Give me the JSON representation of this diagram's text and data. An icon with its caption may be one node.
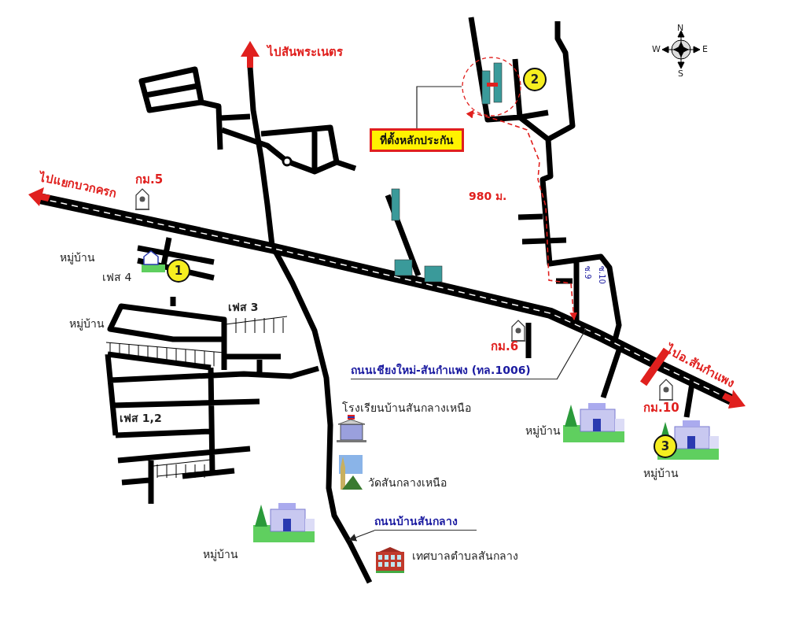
{
  "diagram": {
    "nodes": [
      {
        "text": [
          "ที่ตั้งหลักประกัน"
        ]
      },
      {
        "text": [],
        "shape": "circle"
      },
      {
        "text": [
          "ถนนเชียงใหม่-สันกำแพง (ทล.1006)"
        ]
      },
      {
        "text": [
          "ถนนบ้านสันกลาง"
        ]
      }
    ],
    "edges": [
      {
        "from": 0,
        "to": 1,
        "arrow": "none"
      },
      {
        "from": 2,
        "to": null,
        "arrow": "none"
      },
      {
        "from": 3,
        "to": null,
        "arrow": "to"
      },
      {
        "from": null,
        "to": 1,
        "arrow": "both",
        "style": "dashed",
        "color": "#e0201e",
        "label": "980 ม."
      }
    ],
    "labels": [
      "ไปสันพระเนตร",
      "ไปแยกบวกครก",
      "กม.5",
      "หมู่บ้าน",
      "เฟส 4",
      "1",
      "2",
      "N",
      "W",
      "E",
      "S",
      "เฟส 3",
      "หมู่บ้าน",
      "ซ.9",
      "ซ.10",
      "กม.6",
      "ไปอ.สันกำแพง",
      "กม.10",
      "หมู่บ้าน",
      "3",
      "หมู่บ้าน",
      "เฟส 1,2",
      "โรงเรียนบ้านสันกลางเหนือ",
      "วัดสันกลางเหนือ",
      "หมู่บ้าน",
      "เทศบาลตำบลสันกลาง"
    ]
  }
}
